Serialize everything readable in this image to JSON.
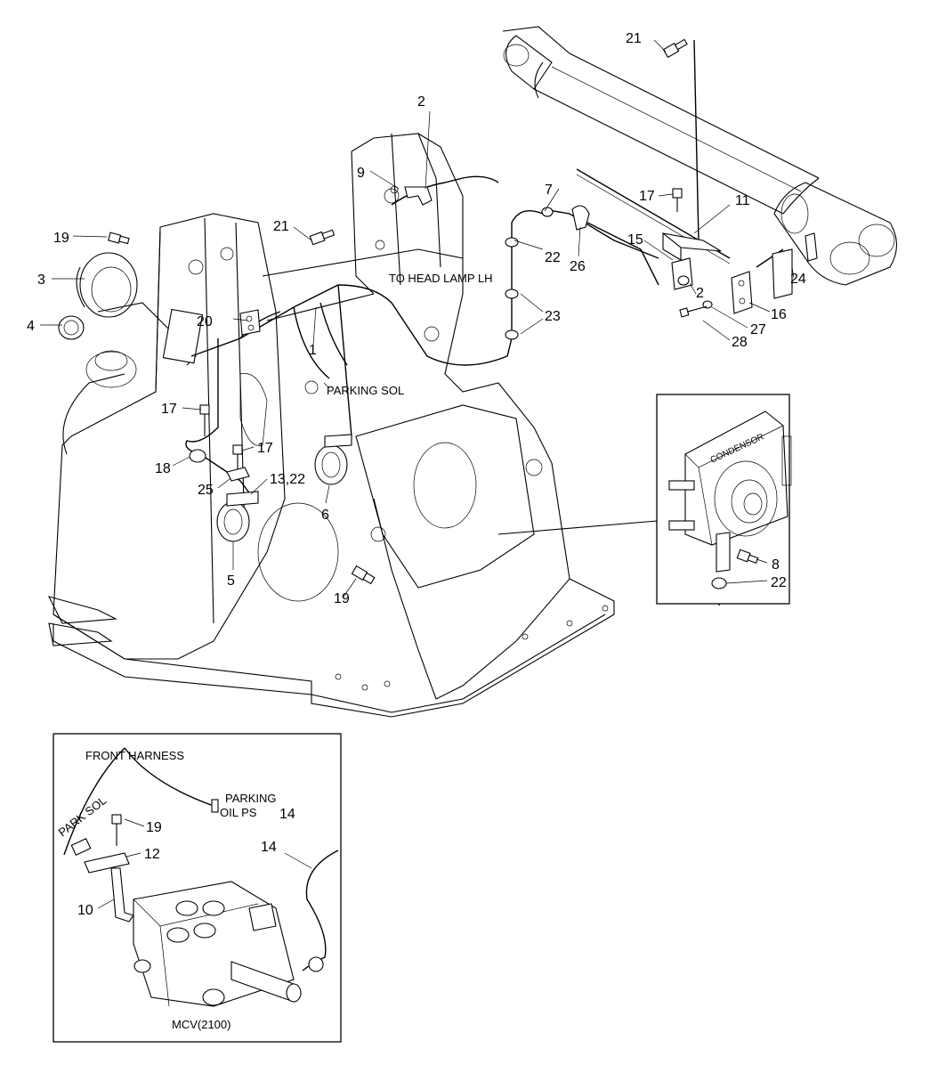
{
  "callouts": {
    "c21a": "21",
    "c2a": "2",
    "c9": "9",
    "c7": "7",
    "c17a": "17",
    "c11": "11",
    "c19a": "19",
    "c21b": "21",
    "c3": "3",
    "c4": "4",
    "c20": "20",
    "c15": "15",
    "c22a": "22",
    "c26": "26",
    "c2b": "2",
    "c24": "24",
    "c16": "16",
    "c27": "27",
    "c28": "28",
    "c23": "23",
    "c1": "1",
    "c17b": "17",
    "c17c": "17",
    "c18": "18",
    "c13_22": "13,22",
    "c25": "25",
    "c6": "6",
    "c5": "5",
    "c19b": "19",
    "c8": "8",
    "c22b": "22",
    "c19c": "19",
    "c12": "12",
    "c10": "10",
    "c14a": "14",
    "c14b": "14"
  },
  "texts": {
    "to_head_lamp": "TO HEAD LAMP LH",
    "parking_sol": "PARKING SOL",
    "condenser": "CONDENSOR",
    "front_harness": "FRONT HARNESS",
    "parking": "PARKING",
    "oil_ps": "OIL PS",
    "park_sol": "PARK SOL",
    "mcv": "MCV(2100)"
  }
}
